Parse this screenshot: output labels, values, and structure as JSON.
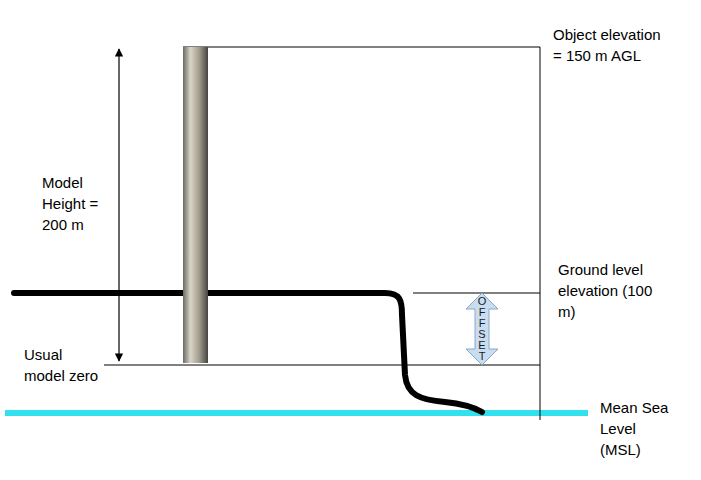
{
  "diagram": {
    "labels": [
      "Object elevation = 150 m AGL",
      "Model Height = 200 m",
      "Ground level elevation (100 m)",
      "Usual model zero",
      "OFFSET",
      "Mean Sea Level (MSL)"
    ]
  }
}
